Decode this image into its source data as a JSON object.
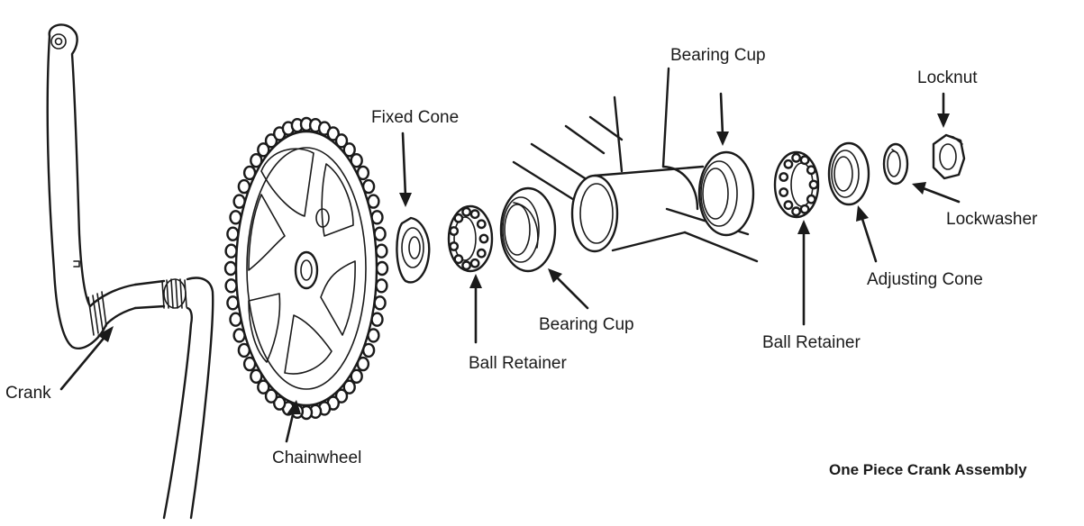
{
  "diagram": {
    "title": "One Piece Crank Assembly",
    "labels": {
      "crank": "Crank",
      "chainwheel": "Chainwheel",
      "fixed_cone": "Fixed Cone",
      "ball_retainer_left": "Ball Retainer",
      "bearing_cup_left": "Bearing Cup",
      "bearing_cup_top": "Bearing Cup",
      "ball_retainer_right": "Ball Retainer",
      "adjusting_cone": "Adjusting Cone",
      "locknut": "Locknut",
      "lockwasher": "Lockwasher"
    }
  }
}
